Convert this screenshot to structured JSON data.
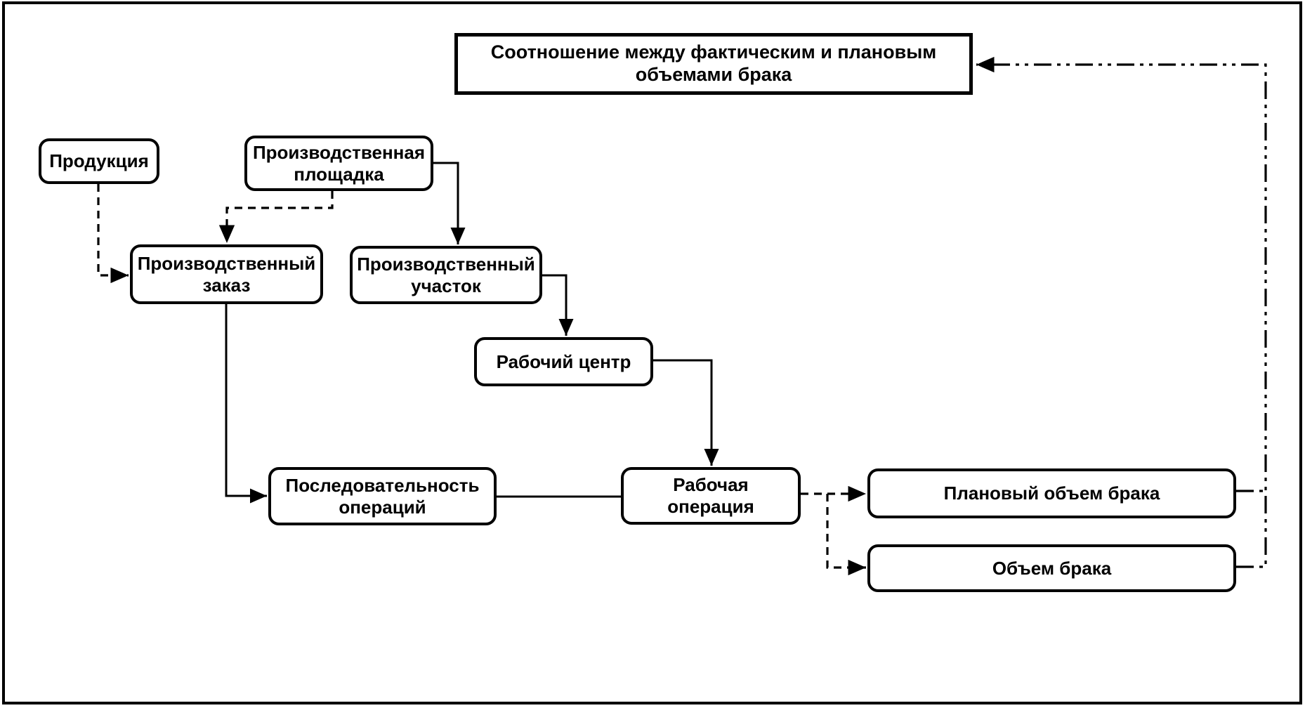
{
  "palette": {
    "ink": "#000000",
    "background": "#ffffff"
  },
  "title_box": {
    "lines": [
      "Соотношение между фактическим и плановым",
      "объемами брака"
    ]
  },
  "nodes": {
    "produkciya": {
      "lines": [
        "Продукция"
      ]
    },
    "ploshchadka": {
      "lines": [
        "Производственная",
        "площадка"
      ]
    },
    "zakaz": {
      "lines": [
        "Производственный",
        "заказ"
      ]
    },
    "uchastok": {
      "lines": [
        "Производственный",
        "участок"
      ]
    },
    "rab_centr": {
      "lines": [
        "Рабочий центр"
      ]
    },
    "posled": {
      "lines": [
        "Последовательность",
        "операций"
      ]
    },
    "rab_oper": {
      "lines": [
        "Рабочая",
        "операция"
      ]
    },
    "plan_brak": {
      "lines": [
        "Плановый объем брака"
      ]
    },
    "obyem_brak": {
      "lines": [
        "Объем брака"
      ]
    }
  }
}
